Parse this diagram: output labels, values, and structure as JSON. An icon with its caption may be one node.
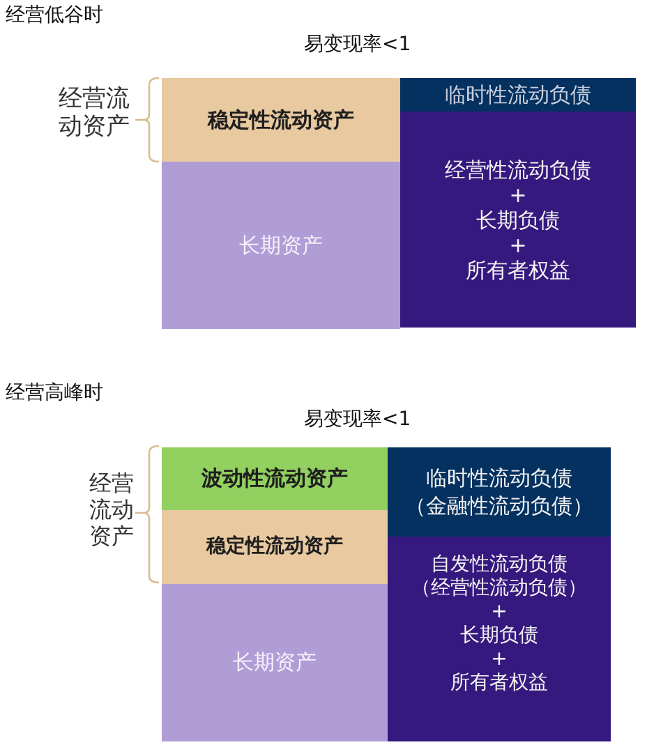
{
  "diagram": {
    "nodes": [
      {
        "text": [
          "稳定性流动资产"
        ]
      },
      {
        "text": [
          "临时性流动负债"
        ]
      },
      {
        "text": [
          "长期资产"
        ]
      },
      {
        "text": [
          "经营性流动负债",
          "+",
          "长期负债",
          "+",
          "所有者权益"
        ]
      },
      {
        "text": [
          "波动性流动资产"
        ]
      },
      {
        "text": [
          "临时性流动负债",
          "（金融性流动负债）"
        ]
      },
      {
        "text": [
          "稳定性流动资产"
        ]
      },
      {
        "text": [
          "长期资产"
        ]
      },
      {
        "text": [
          "自发性流动负债",
          "（经营性流动负债）",
          "+",
          "长期负债",
          "+",
          "所有者权益"
        ]
      }
    ],
    "labels": [
      "经营低谷时",
      "易变现率<1",
      "经营流动资产",
      "经营高峰时",
      "易变现率<1",
      "经营流动资产"
    ]
  }
}
